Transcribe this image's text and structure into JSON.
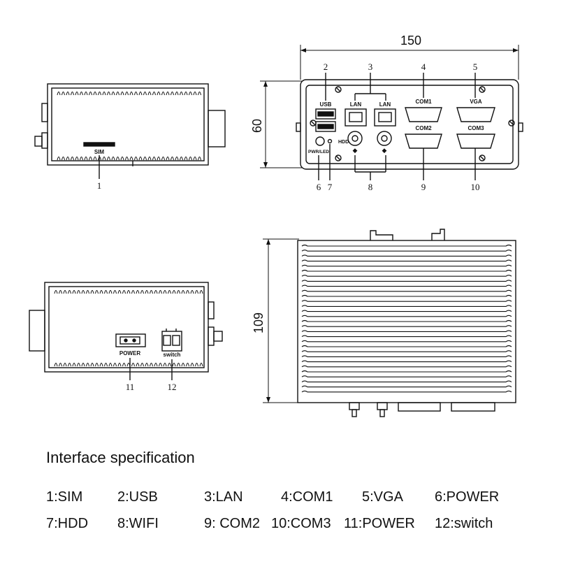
{
  "dimensions": {
    "width": "150",
    "height": "60",
    "depth": "109"
  },
  "callouts": [
    "1",
    "2",
    "3",
    "4",
    "5",
    "6",
    "7",
    "8",
    "9",
    "10",
    "11",
    "12"
  ],
  "port_labels": {
    "sim": "SIM",
    "usb": "USB",
    "lan_1": "LAN",
    "lan_2": "LAN",
    "com1": "COM1",
    "vga": "VGA",
    "com2": "COM2",
    "com3": "COM3",
    "pwr_led": "PWR/LED",
    "hdd": "HDD",
    "power": "POWER",
    "switch": "switch"
  },
  "spec": {
    "title": "Interface specification",
    "items": [
      "1:SIM",
      "2:USB",
      "3:LAN",
      "4:COM1",
      "5:VGA",
      "6:POWER",
      "7:HDD",
      "8:WIFI",
      "9: COM2",
      "10:COM3",
      "11:POWER",
      "12:switch"
    ]
  }
}
